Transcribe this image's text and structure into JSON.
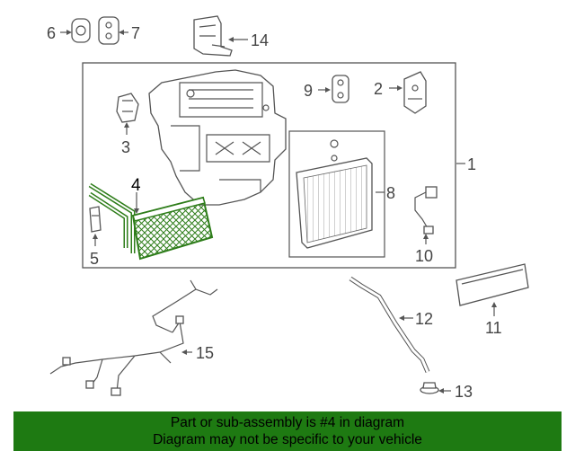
{
  "diagram": {
    "highlighted_part": "4",
    "highlight_color": "#2e7d1a",
    "callouts": [
      {
        "id": "c1",
        "label": "1"
      },
      {
        "id": "c2",
        "label": "2"
      },
      {
        "id": "c3",
        "label": "3"
      },
      {
        "id": "c4",
        "label": "4"
      },
      {
        "id": "c5",
        "label": "5"
      },
      {
        "id": "c6",
        "label": "6"
      },
      {
        "id": "c7",
        "label": "7"
      },
      {
        "id": "c8",
        "label": "8"
      },
      {
        "id": "c9",
        "label": "9"
      },
      {
        "id": "c10",
        "label": "10"
      },
      {
        "id": "c11",
        "label": "11"
      },
      {
        "id": "c12",
        "label": "12"
      },
      {
        "id": "c13",
        "label": "13"
      },
      {
        "id": "c14",
        "label": "14"
      },
      {
        "id": "c15",
        "label": "15"
      }
    ]
  },
  "banner": {
    "line1": "Part or sub-assembly is #4 in diagram",
    "line2": "Diagram may not be specific to your vehicle",
    "background": "#1e7a12"
  }
}
